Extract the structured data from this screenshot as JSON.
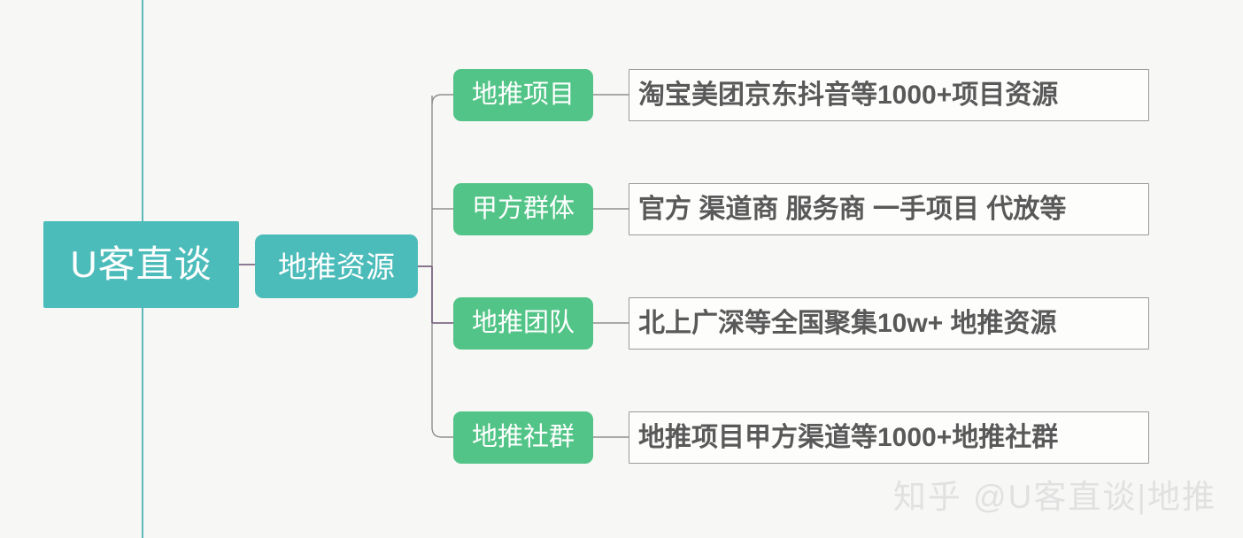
{
  "diagram": {
    "type": "mindmap",
    "background_color": "#f7f7f5",
    "root": {
      "label": "U客直谈",
      "color": "#4cbcba"
    },
    "level1": {
      "label": "地推资源",
      "color": "#4cbcba"
    },
    "branches": [
      {
        "label": "地推项目",
        "color": "#53c487",
        "detail": "淘宝美团京东抖音等1000+项目资源"
      },
      {
        "label": "甲方群体",
        "color": "#53c487",
        "detail": "官方 渠道商 服务商 一手项目 代放等"
      },
      {
        "label": "地推团队",
        "color": "#53c487",
        "detail": "北上广深等全国聚集10w+ 地推资源"
      },
      {
        "label": "地推社群",
        "color": "#53c487",
        "detail": "地推项目甲方渠道等1000+地推社群"
      }
    ],
    "connector_color": "#8f8f8f",
    "guide_line_color": "#5fb7bb"
  },
  "watermark": {
    "text": "知乎 @U客直谈|地推",
    "color": "#e1e1e1"
  }
}
